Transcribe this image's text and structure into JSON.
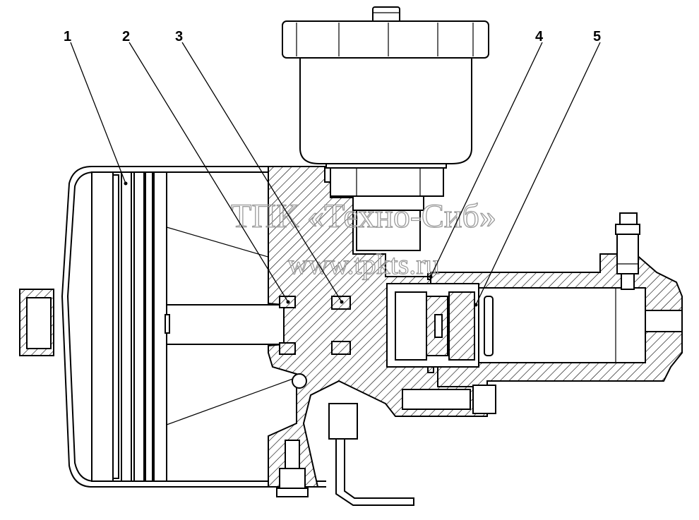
{
  "callouts": [
    {
      "label": "1"
    },
    {
      "label": "2"
    },
    {
      "label": "3"
    },
    {
      "label": "4"
    },
    {
      "label": "5"
    }
  ],
  "watermark": {
    "line1": "ТПК «Техно-Сиб»",
    "line2": "www.tpkts.ru"
  },
  "colors": {
    "line": "#000000",
    "watermark": "#9a9a9a",
    "background": "#ffffff"
  }
}
